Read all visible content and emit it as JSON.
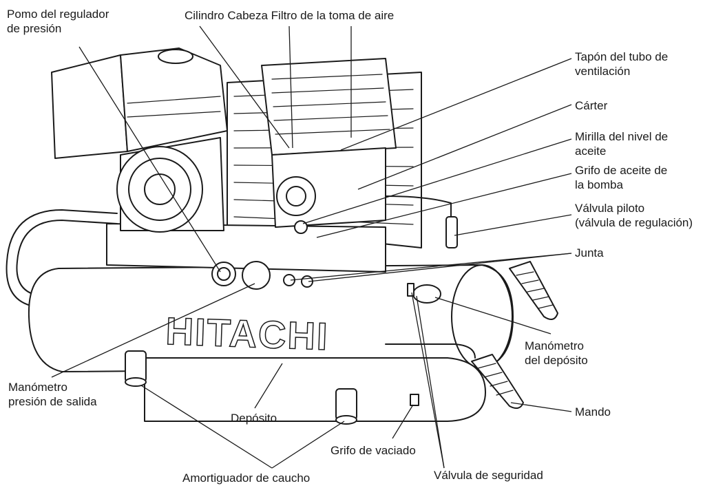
{
  "brand": "HITACHI",
  "labels": {
    "pomo_regulador": [
      "Pomo del regulador",
      "de presión"
    ],
    "cilindro_cabeza_filtro": "Cilindro Cabeza Filtro de la toma de aire",
    "tapon_tubo": [
      "Tapón del tubo de",
      "ventilación"
    ],
    "carter": "Cárter",
    "mirilla": [
      "Mirilla del nivel de",
      "aceite"
    ],
    "grifo_aceite": [
      "Grifo de aceite de",
      "la bomba"
    ],
    "valvula_piloto": [
      "Válvula piloto",
      "(válvula de regulación)"
    ],
    "junta": "Junta",
    "manometro_deposito": [
      "Manómetro",
      "del depósito"
    ],
    "mando": "Mando",
    "manometro_salida": [
      "Manómetro",
      "presión de salida"
    ],
    "deposito": "Depósito",
    "grifo_vaciado": "Grifo de vaciado",
    "amortiguador": "Amortiguador de caucho",
    "valvula_seguridad": "Válvula de seguridad"
  },
  "colors": {
    "ink": "#1a1a1a",
    "paper": "#ffffff",
    "brand_text": "#bdbdbd"
  }
}
